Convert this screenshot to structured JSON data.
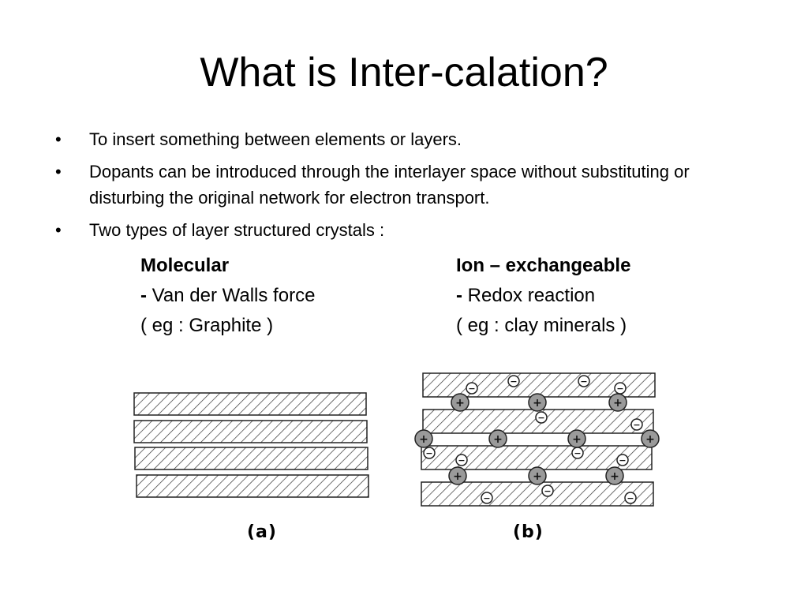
{
  "slide": {
    "title": "What is Inter-calation?",
    "bullets": [
      "To insert something between elements or layers.",
      "Dopants can be introduced through the interlayer space without substituting or disturbing the original network for electron transport.",
      "Two types of layer structured crystals :"
    ],
    "bullet_symbol": "•",
    "columns": [
      {
        "heading": "Molecular",
        "dash": "-",
        "force": "Van der Walls force",
        "example": "( eg : Graphite )"
      },
      {
        "heading": "Ion – exchangeable",
        "dash": "-",
        "force": "Redox reaction",
        "example": "( eg : clay minerals )"
      }
    ]
  },
  "figure": {
    "caption_a": "(a)",
    "caption_b": "(b)",
    "plus_symbol": "+",
    "minus_symbol": "−"
  }
}
